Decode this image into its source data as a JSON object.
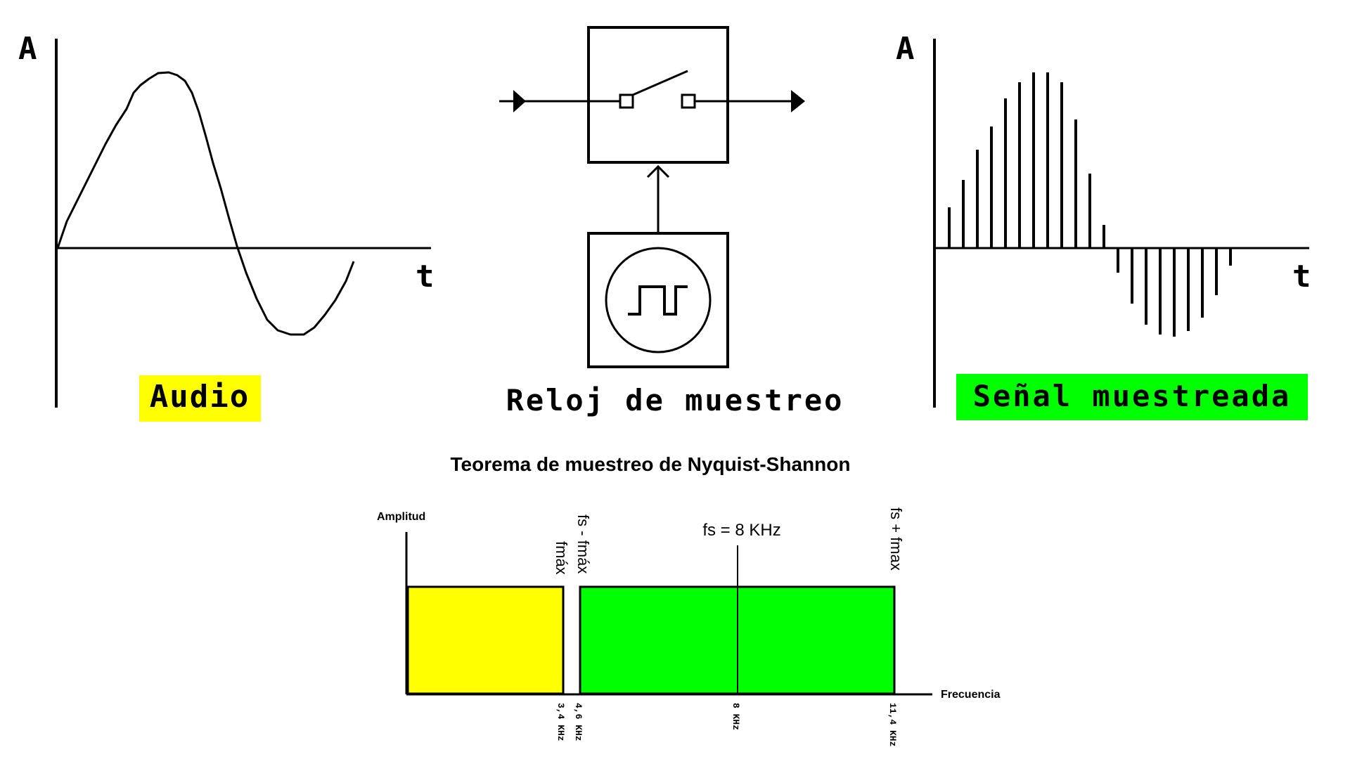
{
  "audio_panel": {
    "y_axis_label": "A",
    "x_axis_label": "t",
    "caption": "Audio",
    "caption_color": "#ffff00"
  },
  "clock_panel": {
    "caption": "Reloj de muestreo"
  },
  "sampled_panel": {
    "y_axis_label": "A",
    "x_axis_label": "t",
    "caption": "Señal muestreada",
    "caption_color": "#00ff00"
  },
  "spectrum": {
    "title": "Teorema de muestreo de Nyquist-Shannon",
    "y_axis_label": "Amplitud",
    "x_axis_label": "Frecuencia",
    "baseband_color": "#ffff00",
    "image_band_color": "#00ff00",
    "markers": {
      "fmax_label": "fmáx",
      "fs_minus_fmax_label": "fs - fmáx",
      "fs_label": "fs = 8 KHz",
      "fs_plus_fmax_label": "fs + fmax"
    },
    "ticks": [
      "3,4 KHz",
      "4,6 KHz",
      "8 KHz",
      "11,4 KHz"
    ]
  }
}
